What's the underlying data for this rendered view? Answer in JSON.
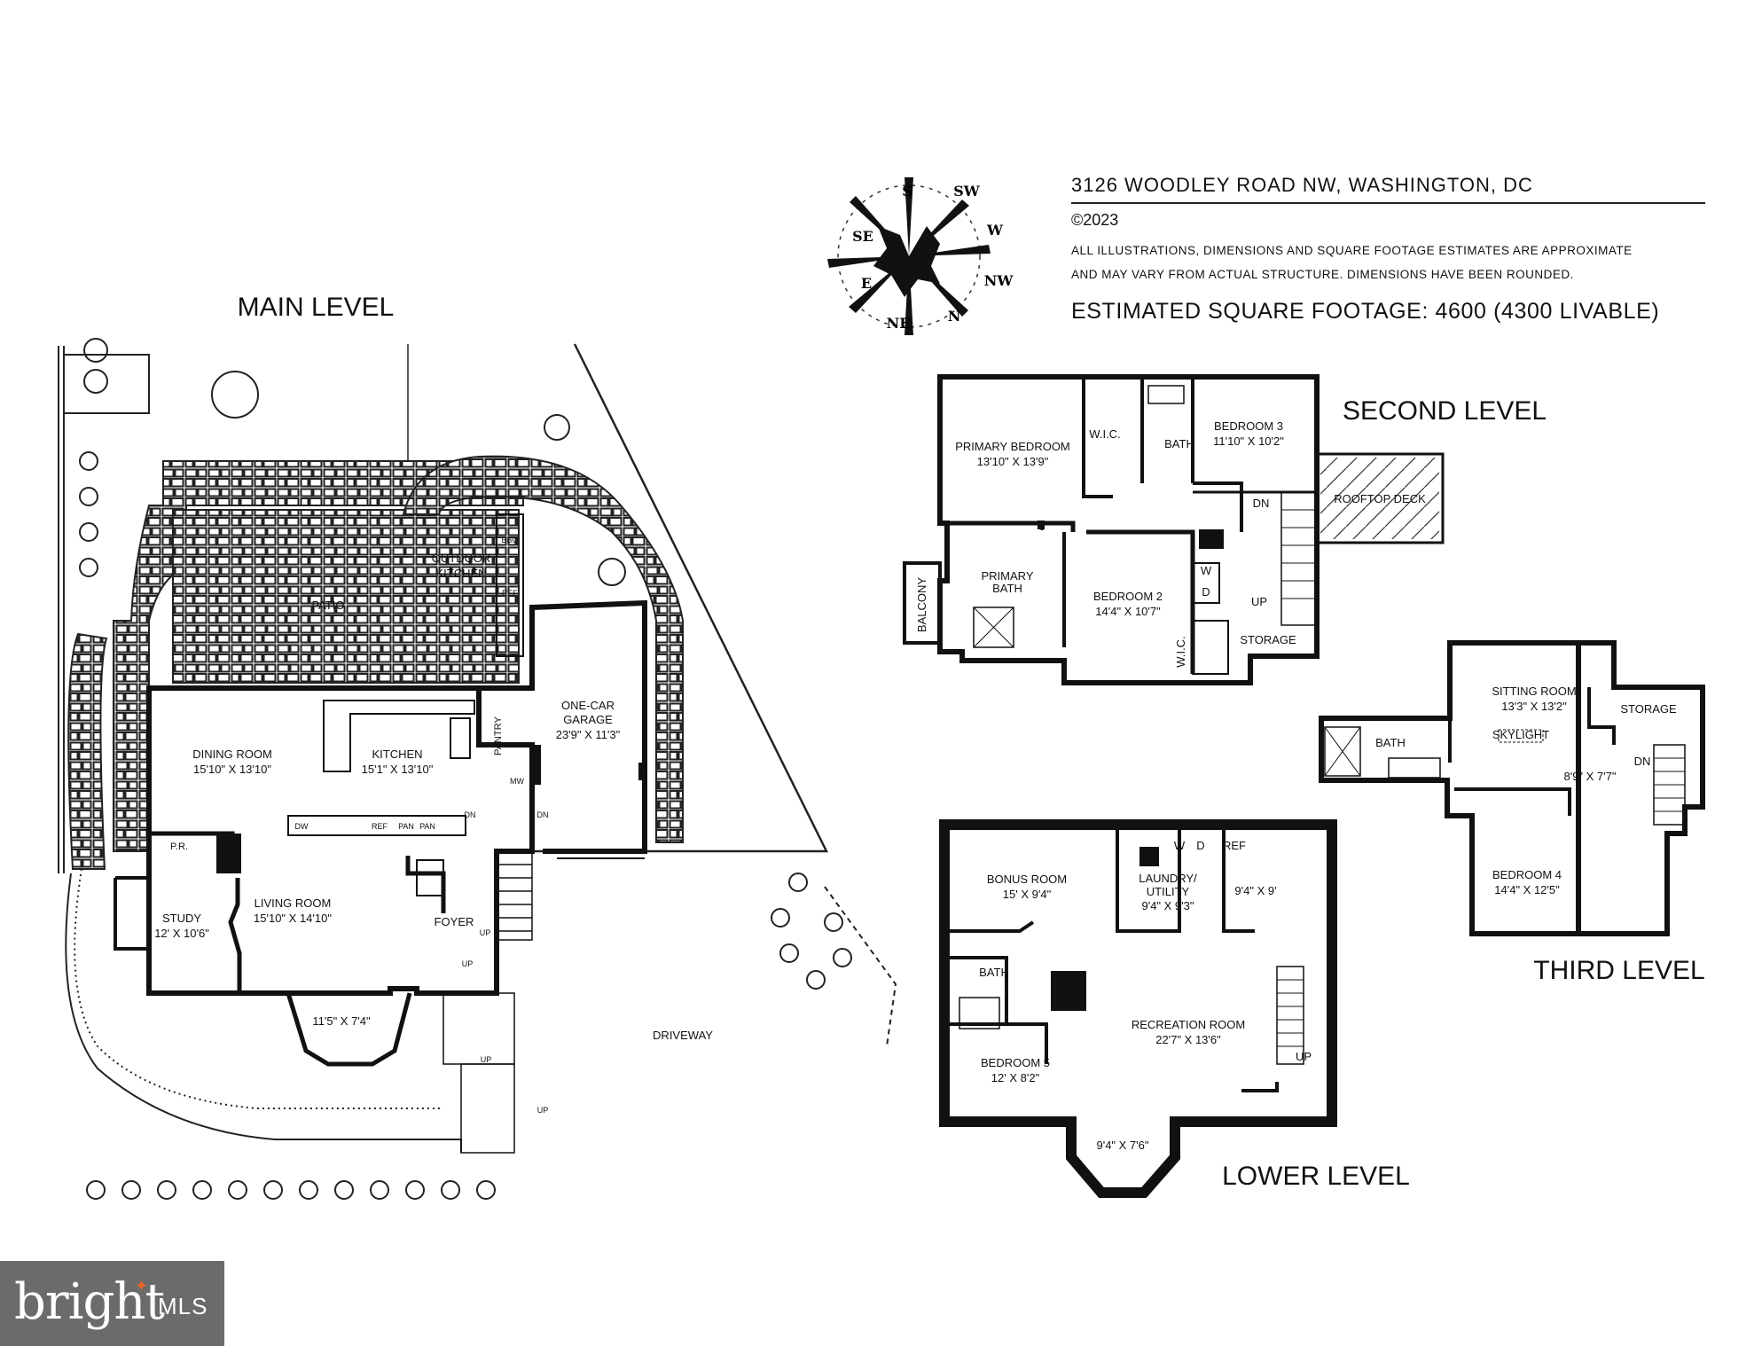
{
  "header": {
    "address": "3126 WOODLEY ROAD NW, WASHINGTON, DC",
    "copyright": "©2023",
    "disclaimer_line1": "ALL ILLUSTRATIONS, DIMENSIONS AND SQUARE FOOTAGE ESTIMATES ARE APPROXIMATE",
    "disclaimer_line2": "AND MAY VARY FROM ACTUAL STRUCTURE. DIMENSIONS HAVE BEEN ROUNDED.",
    "square_footage": "ESTIMATED SQUARE FOOTAGE: 4600 (4300 LIVABLE)"
  },
  "compass": {
    "s": "S",
    "sw": "SW",
    "w": "W",
    "nw": "NW",
    "n": "N",
    "ne": "NE",
    "e": "E",
    "se": "SE"
  },
  "levels": {
    "main": "MAIN LEVEL",
    "second": "SECOND LEVEL",
    "third": "THIRD LEVEL",
    "lower": "LOWER LEVEL"
  },
  "main_level": {
    "patio": "PATIO",
    "outdoor_kitchen_1": "OUTDOOR",
    "outdoor_kitchen_2": "KITCHEN",
    "bbq": "BBQ",
    "ref": "REF",
    "dining_room": "DINING ROOM",
    "dining_room_dim": "15'10\" X 13'10\"",
    "kitchen": "KITCHEN",
    "kitchen_dim": "15'1\" X 13'10\"",
    "pantry": "PANTRY",
    "mw": "MW",
    "garage_1": "ONE-CAR",
    "garage_2": "GARAGE",
    "garage_dim": "23'9\" X 11'3\"",
    "dw": "DW",
    "pan1": "PAN",
    "pan2": "PAN",
    "kitchen_ref": "REF",
    "pr": "P.R.",
    "study": "STUDY",
    "study_dim": "12' X 10'6\"",
    "living_room": "LIVING ROOM",
    "living_room_dim": "15'10\" X 14'10\"",
    "foyer": "FOYER",
    "bay_dim": "11'5\" X 7'4\"",
    "dn1": "DN",
    "dn2": "DN",
    "up1": "UP",
    "up2": "UP",
    "up3": "UP",
    "up4": "UP",
    "driveway": "DRIVEWAY"
  },
  "second_level": {
    "primary_bedroom": "PRIMARY BEDROOM",
    "primary_bedroom_dim": "13'10\" X 13'9\"",
    "wic": "W.I.C.",
    "bath": "BATH",
    "bedroom3": "BEDROOM 3",
    "bedroom3_dim": "11'10\" X 10'2\"",
    "rooftop_deck": "ROOFTOP DECK",
    "balcony": "BALCONY",
    "primary_bath_1": "PRIMARY",
    "primary_bath_2": "BATH",
    "bedroom2": "BEDROOM 2",
    "bedroom2_dim": "14'4\" X 10'7\"",
    "wic2": "W.I.C.",
    "storage": "STORAGE",
    "dn": "DN",
    "up": "UP",
    "w": "W",
    "d": "D"
  },
  "third_level": {
    "sitting_room": "SITTING ROOM",
    "sitting_room_dim": "13'3\" X 13'2\"",
    "skylight": "SKYLIGHT",
    "storage": "STORAGE",
    "bath": "BATH",
    "landing_dim": "8'9\" X 7'7\"",
    "dn": "DN",
    "bedroom4": "BEDROOM 4",
    "bedroom4_dim": "14'4\" X 12'5\""
  },
  "lower_level": {
    "bonus_room": "BONUS ROOM",
    "bonus_room_dim": "15' X 9'4\"",
    "laundry_1": "LAUNDRY/",
    "laundry_2": "UTILITY",
    "laundry_dim": "9'4\" X 9'3\"",
    "w": "W",
    "d": "D",
    "ref": "REF",
    "room_dim": "9'4\" X 9'",
    "bath": "BATH",
    "recreation_room": "RECREATION ROOM",
    "recreation_room_dim": "22'7\" X 13'6\"",
    "bedroom5": "BEDROOM 5",
    "bedroom5_dim": "12' X 8'2\"",
    "bay_dim": "9'4\" X 7'6\"",
    "up": "UP"
  },
  "logo": {
    "brand": "bright",
    "suffix": "MLS"
  }
}
